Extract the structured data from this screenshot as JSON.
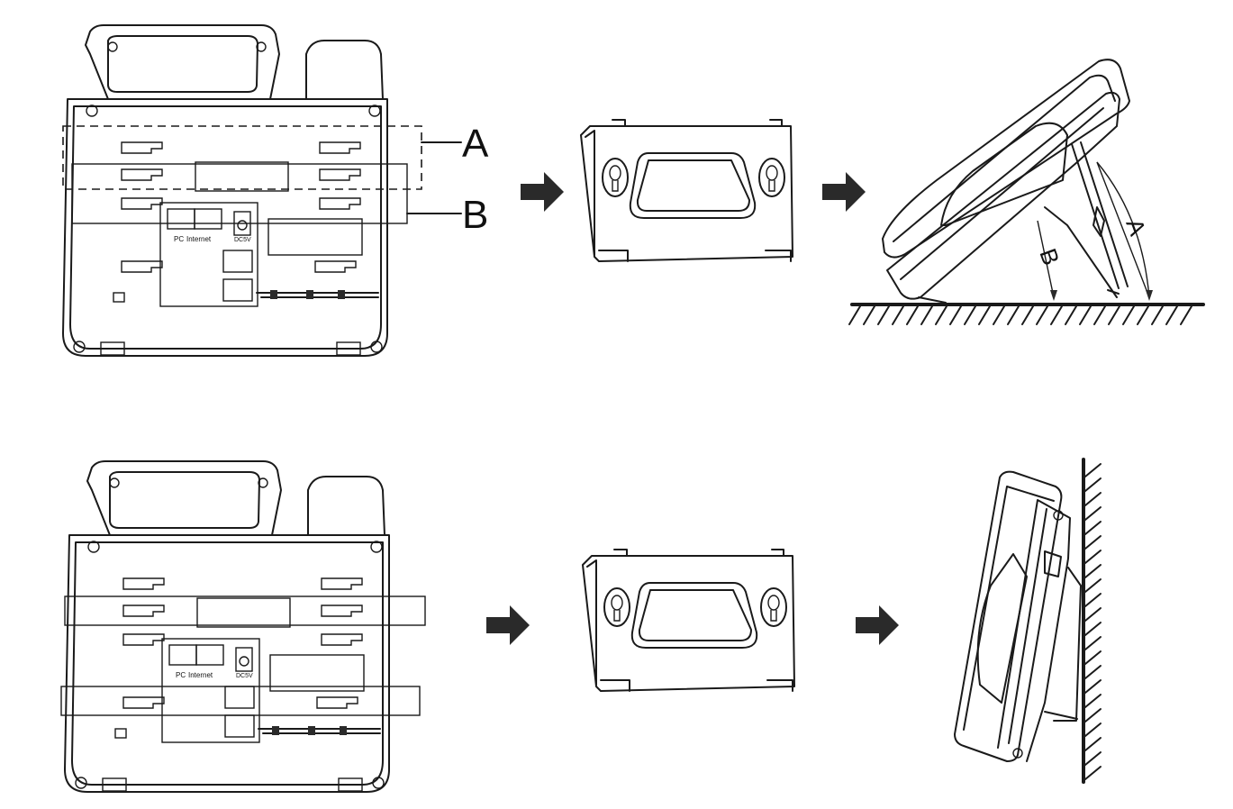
{
  "diagram": {
    "title": "Phone stand installation",
    "labels": {
      "slot_a": "A",
      "slot_b": "B",
      "angle_a": "A",
      "angle_b": "B"
    },
    "port_labels": {
      "pc": "PC",
      "internet": "Internet",
      "dc": "DC5V"
    },
    "colors": {
      "ink": "#1a1a1a",
      "arrow": "#2a2a2a",
      "background": "#ffffff"
    }
  }
}
